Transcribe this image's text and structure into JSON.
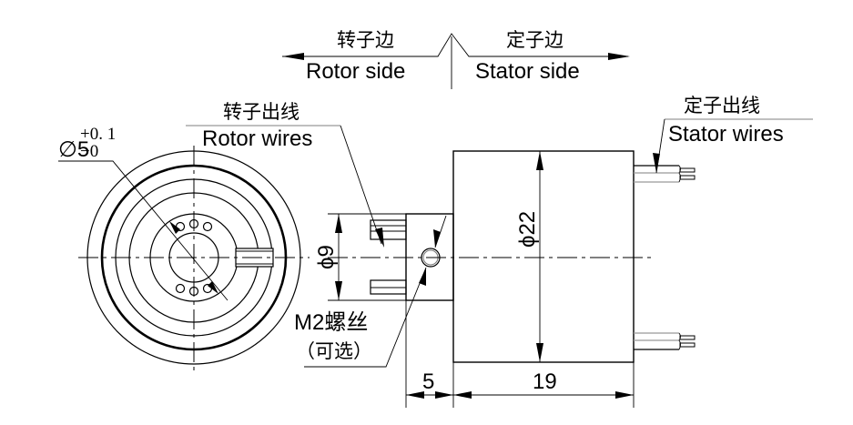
{
  "direction": {
    "rotor_cn": "转子边",
    "rotor_en": "Rotor side",
    "stator_cn": "定子边",
    "stator_en": "Stator side"
  },
  "labels": {
    "rotor_wires_cn": "转子出线",
    "rotor_wires_en": "Rotor wires",
    "stator_wires_cn": "定子出线",
    "stator_wires_en": "Stator wires",
    "screw_line1": "M2螺丝",
    "screw_line2": "（可选）"
  },
  "dimensions": {
    "bore_symbol": "∅5",
    "bore_tol_upper": "+0. 1",
    "bore_tol_lower": "−0",
    "rotor_diameter": "ϕ9",
    "stator_diameter": "ϕ22",
    "rotor_length": "5",
    "stator_length": "19"
  }
}
